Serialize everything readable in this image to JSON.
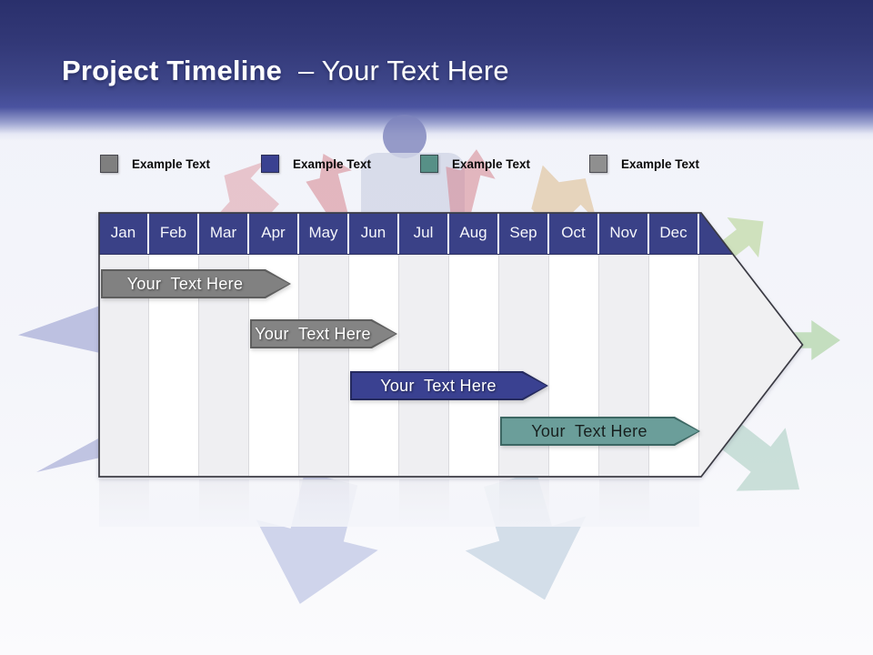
{
  "slide": {
    "title_primary": "Project Timeline",
    "title_secondary": "– Your Text Here"
  },
  "legend": {
    "items": [
      {
        "label": "Example Text",
        "color": "#7f7f7f"
      },
      {
        "label": "Example Text",
        "color": "#3a4191"
      },
      {
        "label": "Example Text",
        "color": "#579087"
      },
      {
        "label": "Example Text",
        "color": "#8f8f8f"
      }
    ]
  },
  "timeline": {
    "months": [
      "Jan",
      "Feb",
      "Mar",
      "Apr",
      "May",
      "Jun",
      "Jul",
      "Aug",
      "Sep",
      "Oct",
      "Nov",
      "Dec"
    ],
    "bars": [
      {
        "label": "Your  Text Here",
        "color": "#818181",
        "text_color": "#ffffff",
        "start_month": "Jan",
        "end_month": "Apr"
      },
      {
        "label": "Your  Text Here",
        "color": "#848484",
        "text_color": "#ffffff",
        "start_month": "Apr",
        "end_month": "Jun"
      },
      {
        "label": "Your  Text Here",
        "color": "#3a4191",
        "text_color": "#ffffff",
        "start_month": "Jun",
        "end_month": "Sep"
      },
      {
        "label": "Your  Text Here",
        "color": "#6b9e9a",
        "text_color": "#18201f",
        "start_month": "Sep",
        "end_month": "Dec"
      }
    ]
  },
  "chart_data": {
    "type": "gantt",
    "title": "Project Timeline – Your Text Here",
    "categories": [
      "Jan",
      "Feb",
      "Mar",
      "Apr",
      "May",
      "Jun",
      "Jul",
      "Aug",
      "Sep",
      "Oct",
      "Nov",
      "Dec"
    ],
    "bars": [
      {
        "label": "Your Text Here",
        "start": "Jan",
        "end": "Apr"
      },
      {
        "label": "Your Text Here",
        "start": "Apr",
        "end": "Jun"
      },
      {
        "label": "Your Text Here",
        "start": "Jun",
        "end": "Sep"
      },
      {
        "label": "Your Text Here",
        "start": "Sep",
        "end": "Dec"
      }
    ]
  },
  "colors": {
    "header_band_top": "#2a306c",
    "header_band_mid": "#4a53a0",
    "month_header": "#3a4187",
    "bar_gray": "#818181",
    "bar_blue": "#3a4191",
    "bar_teal": "#6b9e9a",
    "timeline_fill": "#f0f0f2",
    "stripe_light": "#efeff2",
    "stripe_white": "#ffffff"
  }
}
